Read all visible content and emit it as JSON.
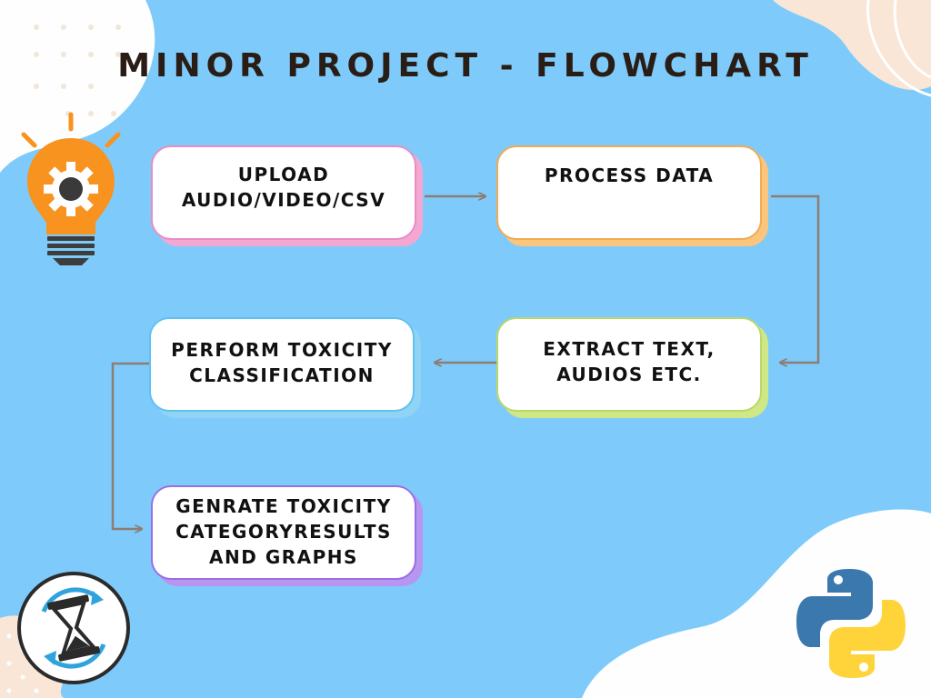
{
  "title": "MINOR PROJECT - FLOWCHART",
  "nodes": [
    {
      "id": "upload",
      "label": "UPLOAD\nAUDIO/VIDEO/CSV",
      "shadow_color": "#f5a7d4",
      "border_color": "#e98cc5"
    },
    {
      "id": "process",
      "label": "PROCESS DATA",
      "shadow_color": "#fbc57d",
      "border_color": "#f0ab55"
    },
    {
      "id": "extract",
      "label": "EXTRACT TEXT,\nAUDIOS ETC.",
      "shadow_color": "#cfe785",
      "border_color": "#b8d96a"
    },
    {
      "id": "perform",
      "label": "PERFORM TOXICITY\nCLASSIFICATION",
      "shadow_color": "#8fd3f5",
      "border_color": "#5ec2f0"
    },
    {
      "id": "generate",
      "label": "GENRATE TOXICITY\nCATEGORYRESULTS\nAND GRAPHS",
      "shadow_color": "#b796f2",
      "border_color": "#9a6ee6"
    }
  ],
  "edges": [
    {
      "from": "upload",
      "to": "process"
    },
    {
      "from": "process",
      "to": "extract"
    },
    {
      "from": "extract",
      "to": "perform"
    },
    {
      "from": "perform",
      "to": "generate"
    }
  ],
  "colors": {
    "background": "#7ecbfb",
    "arrow": "#8d7d72",
    "title": "#2a1d16",
    "blob": "#fefefe",
    "peach": "#f9e6d6"
  },
  "icons": [
    "lightbulb-gear-icon",
    "hourglass-sync-icon",
    "python-logo-icon"
  ]
}
